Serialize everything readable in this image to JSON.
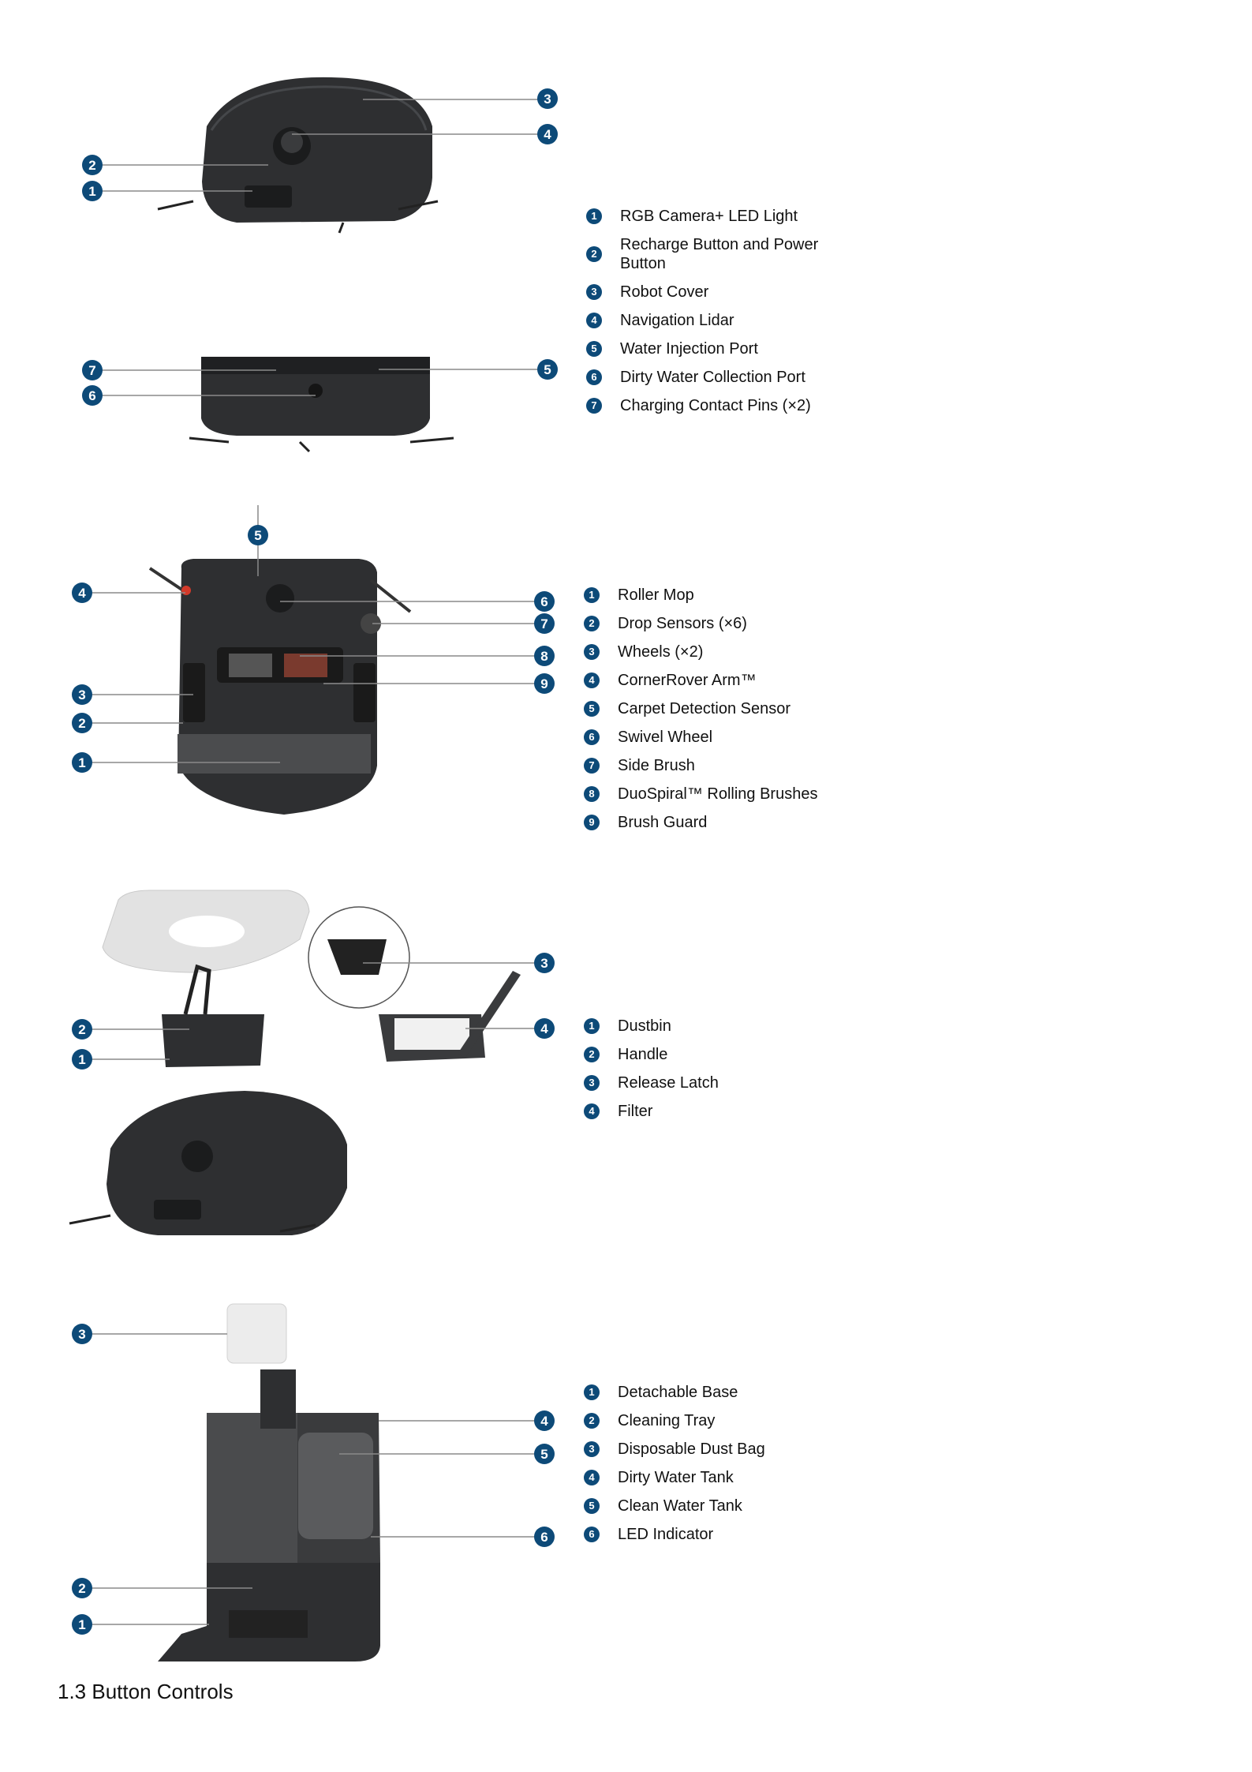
{
  "colors": {
    "callout": "#0d4a78",
    "robot": "#2e2f31",
    "line": "#8a8a8a"
  },
  "sections": [
    {
      "legend": [
        {
          "n": "1",
          "label": "RGB Camera+ LED Light"
        },
        {
          "n": "2",
          "label": "Recharge Button and Power Button"
        },
        {
          "n": "3",
          "label": "Robot Cover"
        },
        {
          "n": "4",
          "label": "Navigation Lidar"
        },
        {
          "n": "5",
          "label": "Water Injection Port"
        },
        {
          "n": "6",
          "label": "Dirty Water Collection Port"
        },
        {
          "n": "7",
          "label": "Charging Contact Pins (×2)"
        }
      ]
    },
    {
      "legend": [
        {
          "n": "1",
          "label": "Roller Mop"
        },
        {
          "n": "2",
          "label": "Drop Sensors (×6)"
        },
        {
          "n": "3",
          "label": "Wheels (×2)"
        },
        {
          "n": "4",
          "label": "CornerRover Arm™"
        },
        {
          "n": "5",
          "label": "Carpet Detection Sensor"
        },
        {
          "n": "6",
          "label": "Swivel Wheel"
        },
        {
          "n": "7",
          "label": "Side Brush"
        },
        {
          "n": "8",
          "label": "DuoSpiral™ Rolling Brushes"
        },
        {
          "n": "9",
          "label": "Brush Guard"
        }
      ]
    },
    {
      "legend": [
        {
          "n": "1",
          "label": "Dustbin"
        },
        {
          "n": "2",
          "label": "Handle"
        },
        {
          "n": "3",
          "label": "Release Latch"
        },
        {
          "n": "4",
          "label": "Filter"
        }
      ]
    },
    {
      "legend": [
        {
          "n": "1",
          "label": "Detachable Base"
        },
        {
          "n": "2",
          "label": "Cleaning Tray"
        },
        {
          "n": "3",
          "label": "Disposable Dust Bag"
        },
        {
          "n": "4",
          "label": "Dirty Water Tank"
        },
        {
          "n": "5",
          "label": "Clean Water Tank"
        },
        {
          "n": "6",
          "label": "LED Indicator"
        }
      ]
    }
  ],
  "heading": "1.3 Button Controls"
}
